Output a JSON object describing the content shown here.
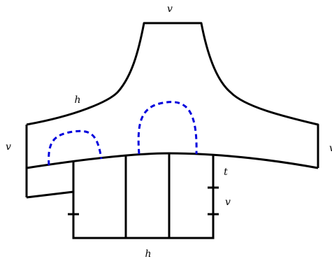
{
  "labels": {
    "top": "v",
    "upper_left": "h",
    "left": "v",
    "right": "v",
    "bottom": "h",
    "right_upper": "t",
    "right_lower": "v"
  },
  "colors": {
    "stroke": "#000000",
    "dashed": "#0000dd"
  }
}
